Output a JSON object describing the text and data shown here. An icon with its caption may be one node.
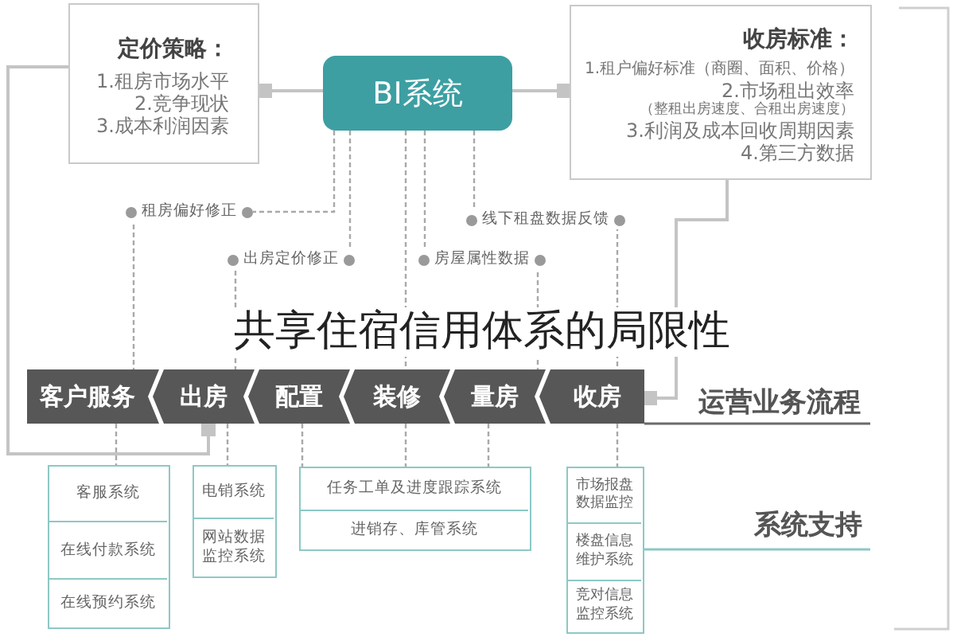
{
  "diagram": {
    "title": "共享住宿信用体系的局限性",
    "nodes": [
      {
        "text": [
          "定价策略：",
          "1.租房市场水平",
          "2.竞争现状",
          "3.成本利润因素"
        ]
      },
      {
        "text": [
          "BI系统"
        ]
      },
      {
        "text": [
          "收房标准：",
          "1.租户偏好标准（商圈、面积、价格）",
          "2.市场租出效率",
          "（整租出房速度、合租出房速度）",
          "3.利润及成本回收周期因素",
          "4.第三方数据"
        ]
      },
      {
        "text": [
          "客户服务"
        ]
      },
      {
        "text": [
          "出房"
        ]
      },
      {
        "text": [
          "配置"
        ]
      },
      {
        "text": [
          "装修"
        ]
      },
      {
        "text": [
          "量房"
        ]
      },
      {
        "text": [
          "收房"
        ]
      },
      {
        "text": [],
        "shape": "box"
      },
      {
        "text": [
          "客服系统"
        ],
        "in": 9
      },
      {
        "text": [
          "在线付款系统"
        ],
        "in": 9
      },
      {
        "text": [
          "在线预约系统"
        ],
        "in": 9
      },
      {
        "text": [],
        "shape": "box"
      },
      {
        "text": [
          "电销系统"
        ],
        "in": 13
      },
      {
        "text": [
          "网站数据监控系统"
        ],
        "in": 13
      },
      {
        "text": [],
        "shape": "box"
      },
      {
        "text": [
          "任务工单及进度跟踪系统"
        ],
        "in": 16
      },
      {
        "text": [
          "进销存、库管系统"
        ],
        "in": 16
      },
      {
        "text": [],
        "shape": "box"
      },
      {
        "text": [
          "市场报盘数据监控"
        ],
        "in": 19
      },
      {
        "text": [
          "楼盘信息维护系统"
        ],
        "in": 19
      },
      {
        "text": [
          "竞对信息监控系统"
        ],
        "in": 19
      }
    ],
    "edges": [
      {
        "from": 1,
        "to": 0,
        "arrow": "other"
      },
      {
        "from": 1,
        "to": 2,
        "arrow": "other"
      },
      {
        "from": 0,
        "to": 4,
        "arrow": "other"
      },
      {
        "from": 2,
        "to": 8,
        "arrow": "other"
      },
      {
        "from": 1,
        "to": 3,
        "arrow": "none",
        "label": "租房偏好修正",
        "style": "dashed"
      },
      {
        "from": 1,
        "to": 4,
        "arrow": "none",
        "label": "出房定价修正",
        "style": "dashed"
      },
      {
        "from": 1,
        "to": 6,
        "arrow": "none",
        "style": "dashed"
      },
      {
        "from": 1,
        "to": 7,
        "arrow": "none",
        "label": "房屋属性数据",
        "style": "dashed"
      },
      {
        "from": 1,
        "to": 8,
        "arrow": "none",
        "label": "线下租盘数据反馈",
        "style": "dashed"
      },
      {
        "from": 3,
        "to": 9,
        "arrow": "none",
        "style": "dashed"
      },
      {
        "from": 4,
        "to": 13,
        "arrow": "none",
        "style": "dashed"
      },
      {
        "from": 5,
        "to": 16,
        "arrow": "none",
        "style": "dashed"
      },
      {
        "from": 6,
        "to": 16,
        "arrow": "none",
        "style": "dashed"
      },
      {
        "from": 7,
        "to": 16,
        "arrow": "none",
        "style": "dashed"
      },
      {
        "from": 8,
        "to": 19,
        "arrow": "none",
        "style": "dashed"
      }
    ],
    "labels": [
      "运营业务流程",
      "系统支持"
    ]
  }
}
